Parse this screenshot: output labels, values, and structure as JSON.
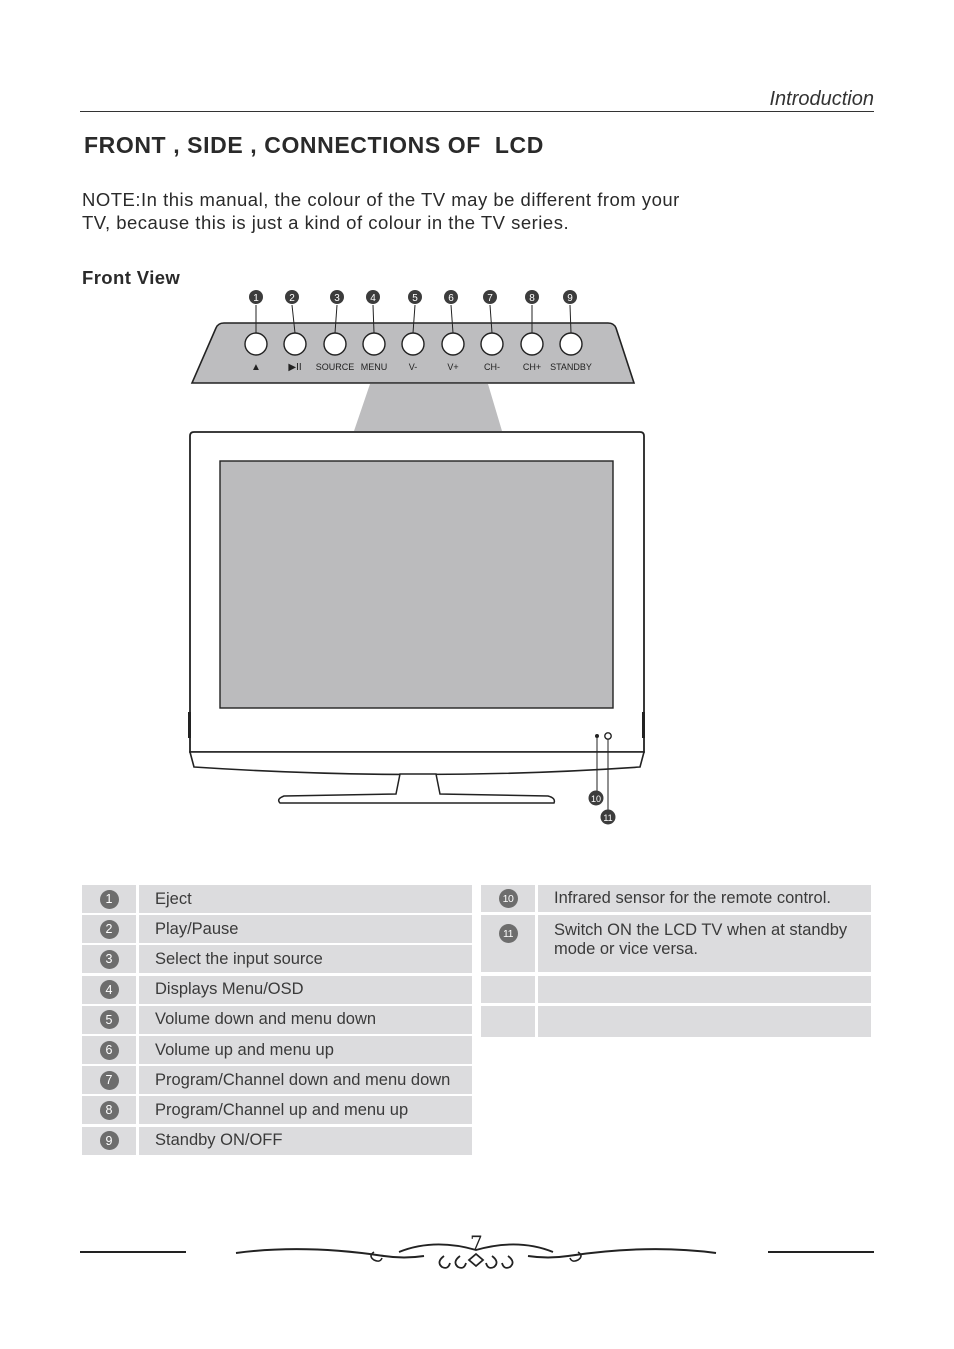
{
  "header": {
    "section": "Introduction"
  },
  "title": "FRONT , SIDE , CONNECTIONS OF  LCD",
  "note": {
    "line1": "NOTE:In this manual, the colour of the TV may be different from your",
    "line2": "TV, because this is just a kind of colour in the TV series."
  },
  "front_view_label": "Front View",
  "panel": {
    "callouts": [
      "1",
      "2",
      "3",
      "4",
      "5",
      "6",
      "7",
      "8",
      "9"
    ],
    "button_labels": [
      "▲",
      "▶II",
      "SOURCE",
      "MENU",
      "V-",
      "V+",
      "CH-",
      "CH+",
      "STANDBY"
    ]
  },
  "tv_callouts": [
    "10",
    "11"
  ],
  "left_table": [
    {
      "num": "1",
      "desc": "Eject"
    },
    {
      "num": "2",
      "desc": "Play/Pause"
    },
    {
      "num": "3",
      "desc": "Select the input source"
    },
    {
      "num": "4",
      "desc": "Displays Menu/OSD"
    },
    {
      "num": "5",
      "desc": "Volume down and menu down"
    },
    {
      "num": "6",
      "desc": "Volume up and menu up"
    },
    {
      "num": "7",
      "desc": "Program/Channel down and menu down"
    },
    {
      "num": "8",
      "desc": "Program/Channel up and menu up"
    },
    {
      "num": "9",
      "desc": "Standby ON/OFF"
    }
  ],
  "right_table": [
    {
      "num": "10",
      "desc": "Infrared sensor for the remote control."
    },
    {
      "num": "11",
      "desc_line1": "Switch ON the LCD TV when at standby",
      "desc_line2": "mode or vice versa."
    }
  ],
  "footer": {
    "page": "7"
  }
}
